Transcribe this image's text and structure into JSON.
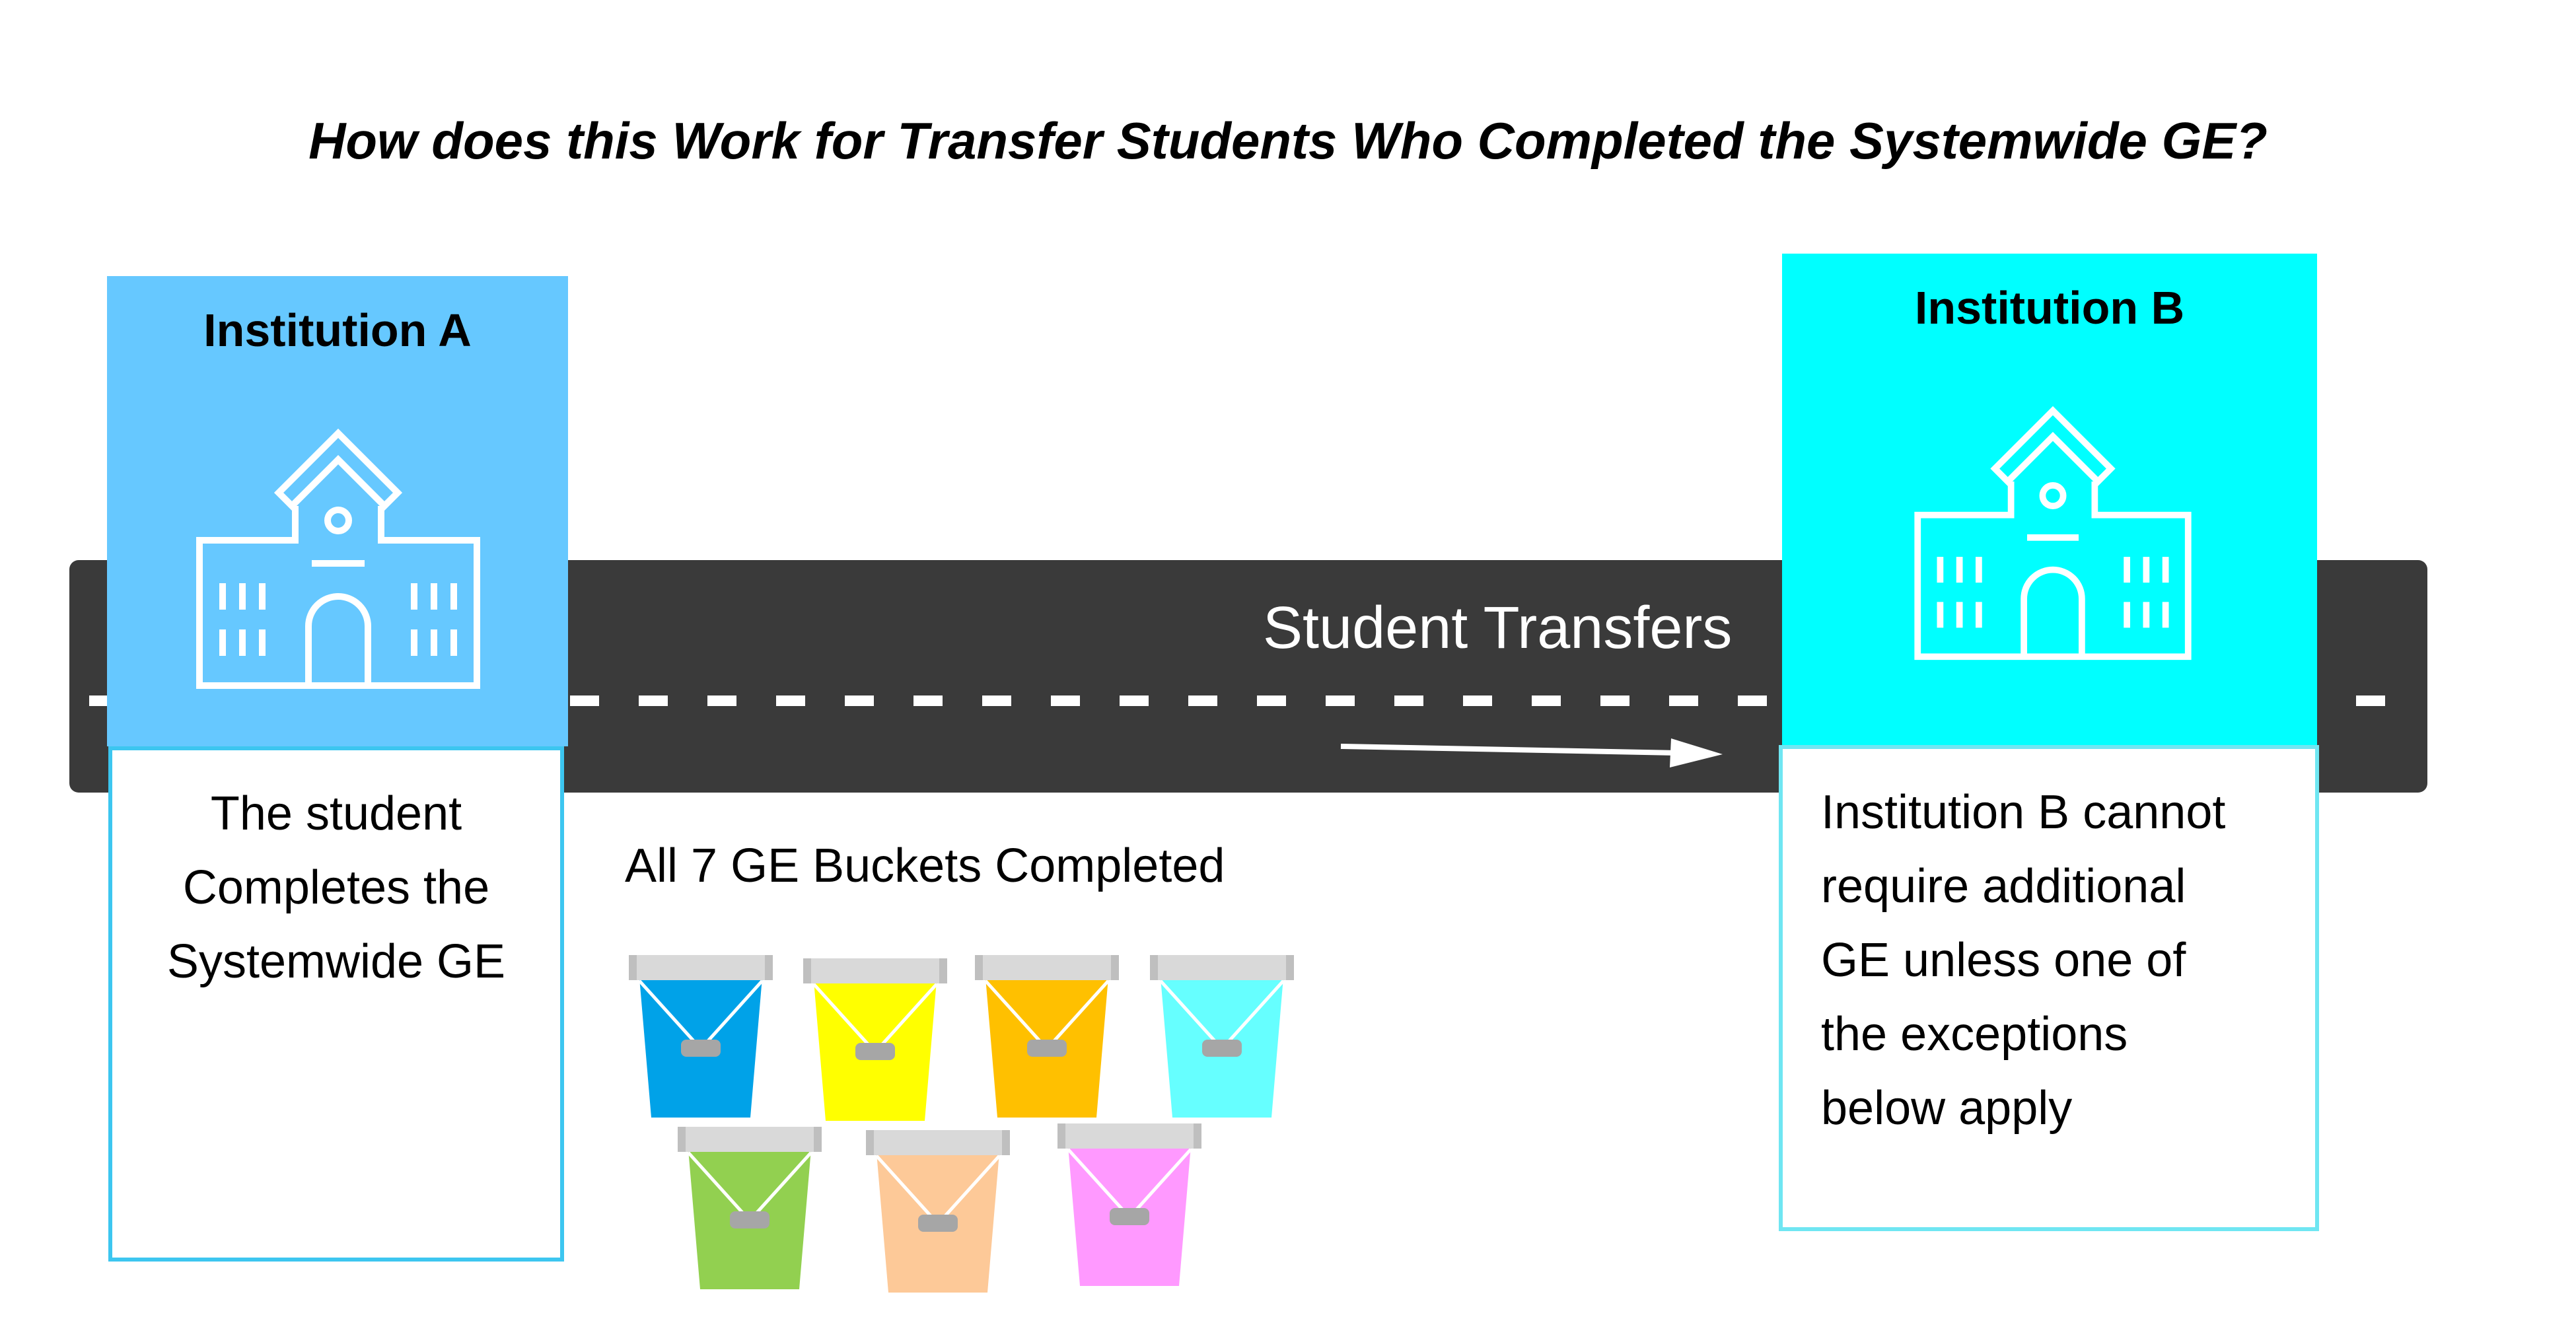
{
  "title": "How does this Work for Transfer Students Who Completed the Systemwide GE?",
  "road": {
    "label": "Student Transfers"
  },
  "institution_a": {
    "name": "Institution A",
    "icon": "school-building-icon",
    "color": "#66c8ff",
    "description_lines": [
      "The student",
      "Completes the",
      "Systemwide GE"
    ]
  },
  "institution_b": {
    "name": "Institution B",
    "icon": "school-building-icon",
    "color": "#00ffff",
    "description_lines": [
      "Institution B cannot",
      "require additional",
      "GE unless one of",
      "the exceptions",
      "below apply"
    ]
  },
  "buckets": {
    "label": "All 7 GE Buckets Completed",
    "colors": [
      "#00a2e8",
      "#ffff00",
      "#ffc000",
      "#66ffff",
      "#92d050",
      "#fdc998",
      "#ff99ff"
    ]
  }
}
